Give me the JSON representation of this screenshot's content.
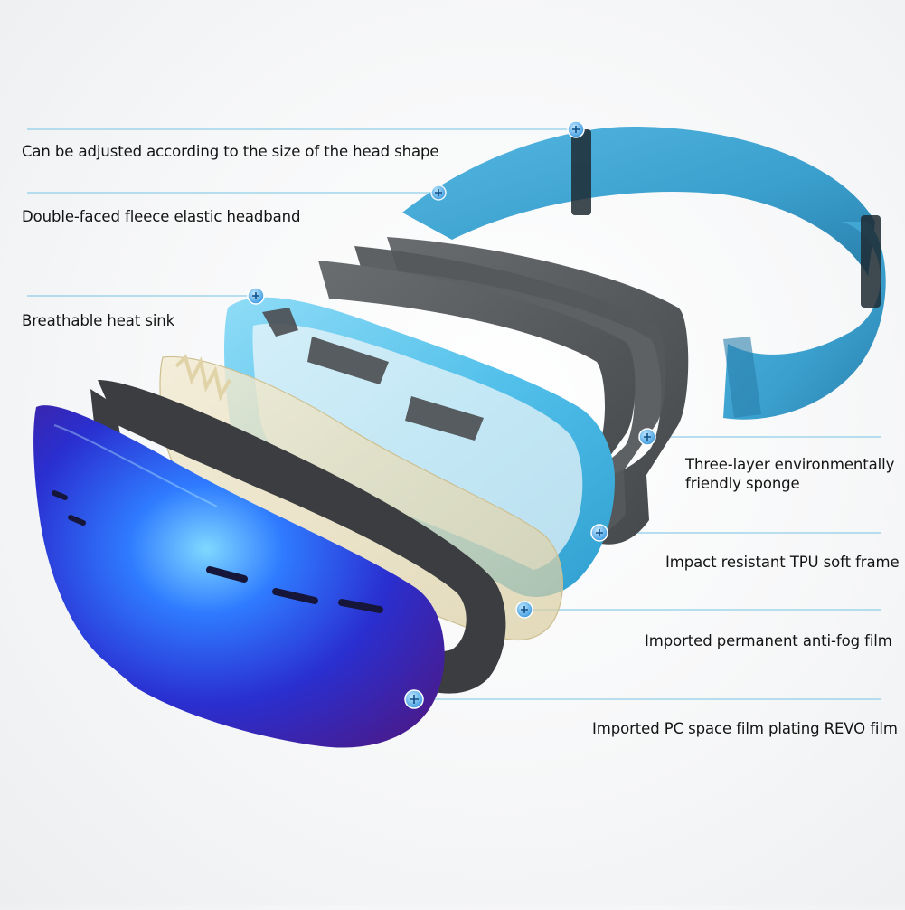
{
  "callouts": [
    {
      "id": "adjust",
      "text": "Can be adjusted according to the size of the head shape"
    },
    {
      "id": "headband",
      "text": "Double-faced fleece elastic headband"
    },
    {
      "id": "heatsink",
      "text": "Breathable heat sink"
    },
    {
      "id": "sponge",
      "text": "Three-layer environmentally friendly sponge"
    },
    {
      "id": "tpu",
      "text": "Impact resistant TPU soft frame"
    },
    {
      "id": "antifog",
      "text": "Imported permanent anti-fog film"
    },
    {
      "id": "pcfilm",
      "text": "Imported PC space film plating REVO film"
    }
  ],
  "colors": {
    "strap": "#3a9fcd",
    "strap_dark": "#2a7fab",
    "foam": "#585b5e",
    "foam_light": "#77797c",
    "tpu": "#52c0ea",
    "antifog": "#e9dfc0",
    "inner_frame": "#3b3d40",
    "lens_blue": "#2f7bff",
    "lens_purple": "#4a1a8a",
    "callout_line": "#8fcde6",
    "marker": "#4aa8e6"
  }
}
